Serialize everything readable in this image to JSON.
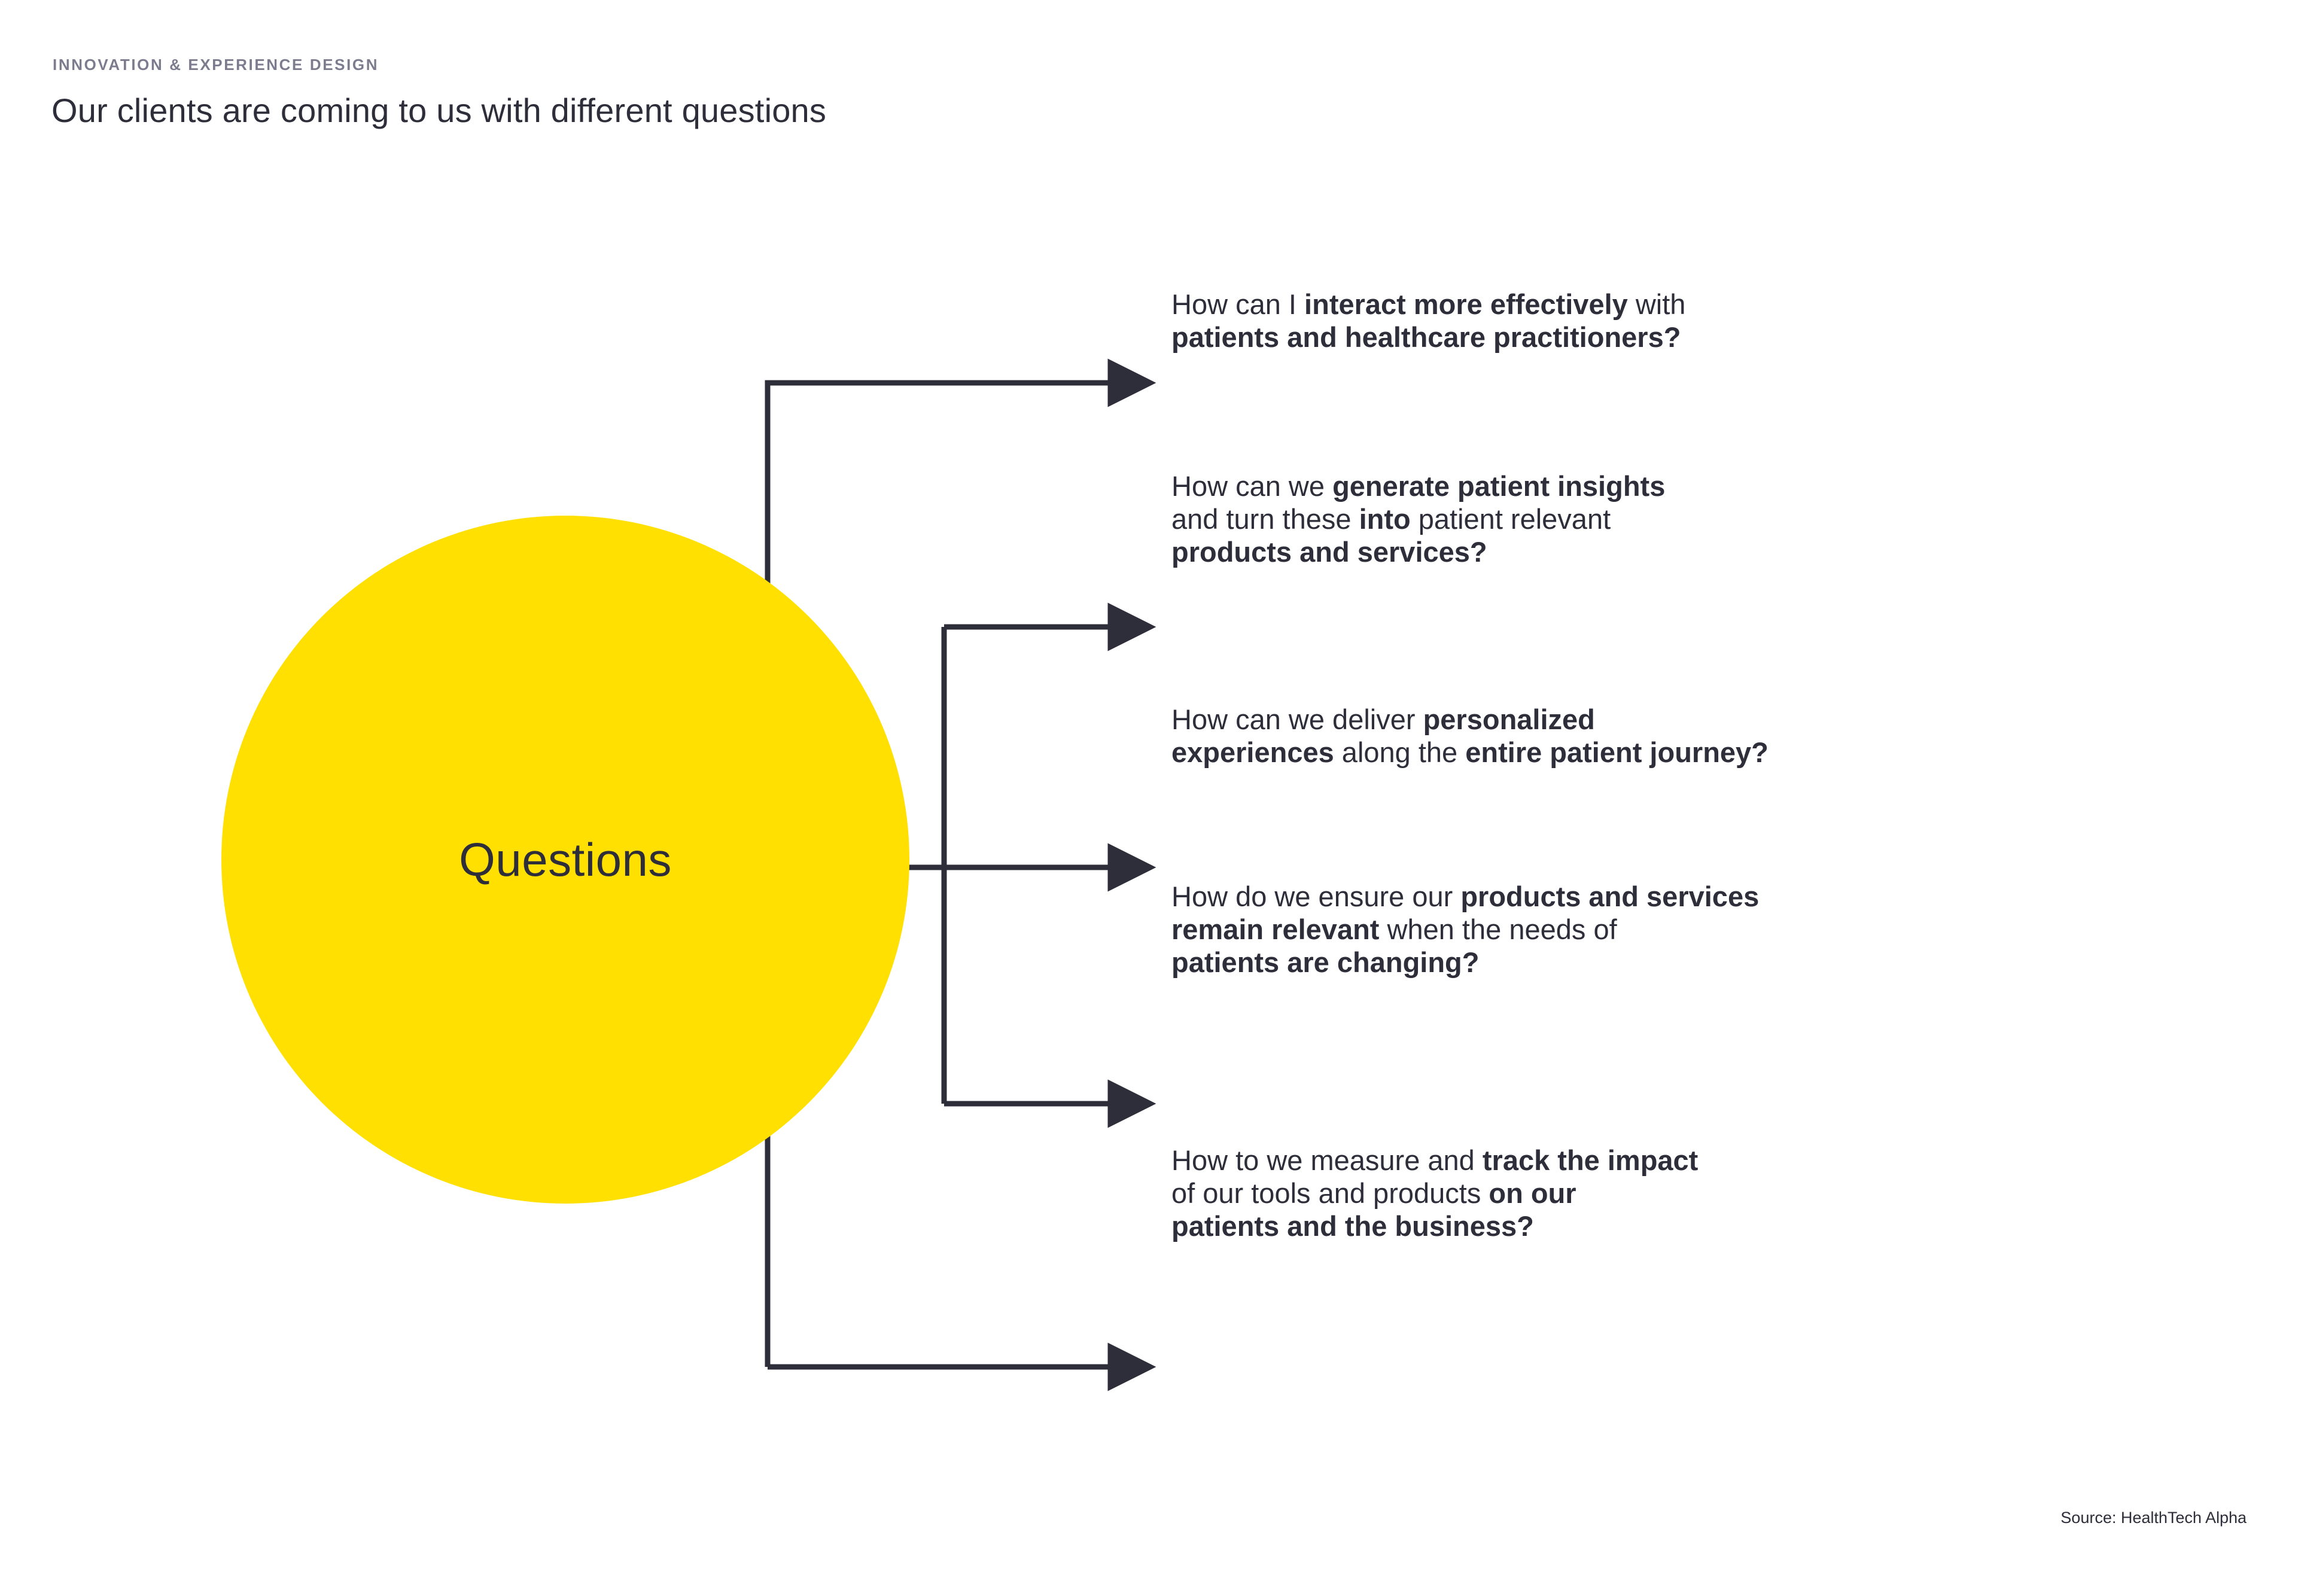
{
  "header": {
    "eyebrow": "INNOVATION & EXPERIENCE DESIGN",
    "title": "Our clients are coming to us with different questions"
  },
  "hub": {
    "label": "Questions",
    "fill_color": "#FFE000",
    "text_color": "#2E2E3A"
  },
  "connectors": {
    "line_color": "#2E2E3A",
    "arrowhead": "solid-triangle-right",
    "count": 5
  },
  "questions": [
    {
      "id": "q1",
      "lines": [
        [
          {
            "text": "How can I ",
            "bold": false
          },
          {
            "text": "interact more effectively",
            "bold": true
          },
          {
            "text": " with",
            "bold": false
          }
        ],
        [
          {
            "text": "patients and healthcare practitioners?",
            "bold": true
          }
        ]
      ]
    },
    {
      "id": "q2",
      "lines": [
        [
          {
            "text": "How can we ",
            "bold": false
          },
          {
            "text": "generate patient insights",
            "bold": true
          }
        ],
        [
          {
            "text": "and turn these ",
            "bold": false
          },
          {
            "text": "into",
            "bold": true
          },
          {
            "text": " patient relevant",
            "bold": false
          }
        ],
        [
          {
            "text": "products and services?",
            "bold": true
          }
        ]
      ]
    },
    {
      "id": "q3",
      "lines": [
        [
          {
            "text": "How can we deliver ",
            "bold": false
          },
          {
            "text": "personalized",
            "bold": true
          }
        ],
        [
          {
            "text": "experiences",
            "bold": true
          },
          {
            "text": " along the ",
            "bold": false
          },
          {
            "text": "entire patient journey?",
            "bold": true
          }
        ]
      ]
    },
    {
      "id": "q4",
      "lines": [
        [
          {
            "text": "How do we ensure our ",
            "bold": false
          },
          {
            "text": "products and services",
            "bold": true
          }
        ],
        [
          {
            "text": "remain relevant",
            "bold": true
          },
          {
            "text": " when the needs of",
            "bold": false
          }
        ],
        [
          {
            "text": "patients are changing?",
            "bold": true
          }
        ]
      ]
    },
    {
      "id": "q5",
      "lines": [
        [
          {
            "text": "How to we measure and ",
            "bold": false
          },
          {
            "text": "track the impact",
            "bold": true
          }
        ],
        [
          {
            "text": "of our tools and products ",
            "bold": false
          },
          {
            "text": "on our",
            "bold": true
          }
        ],
        [
          {
            "text": "patients and the business?",
            "bold": true
          }
        ]
      ]
    }
  ],
  "footer": {
    "source": "Source: HealthTech Alpha"
  }
}
